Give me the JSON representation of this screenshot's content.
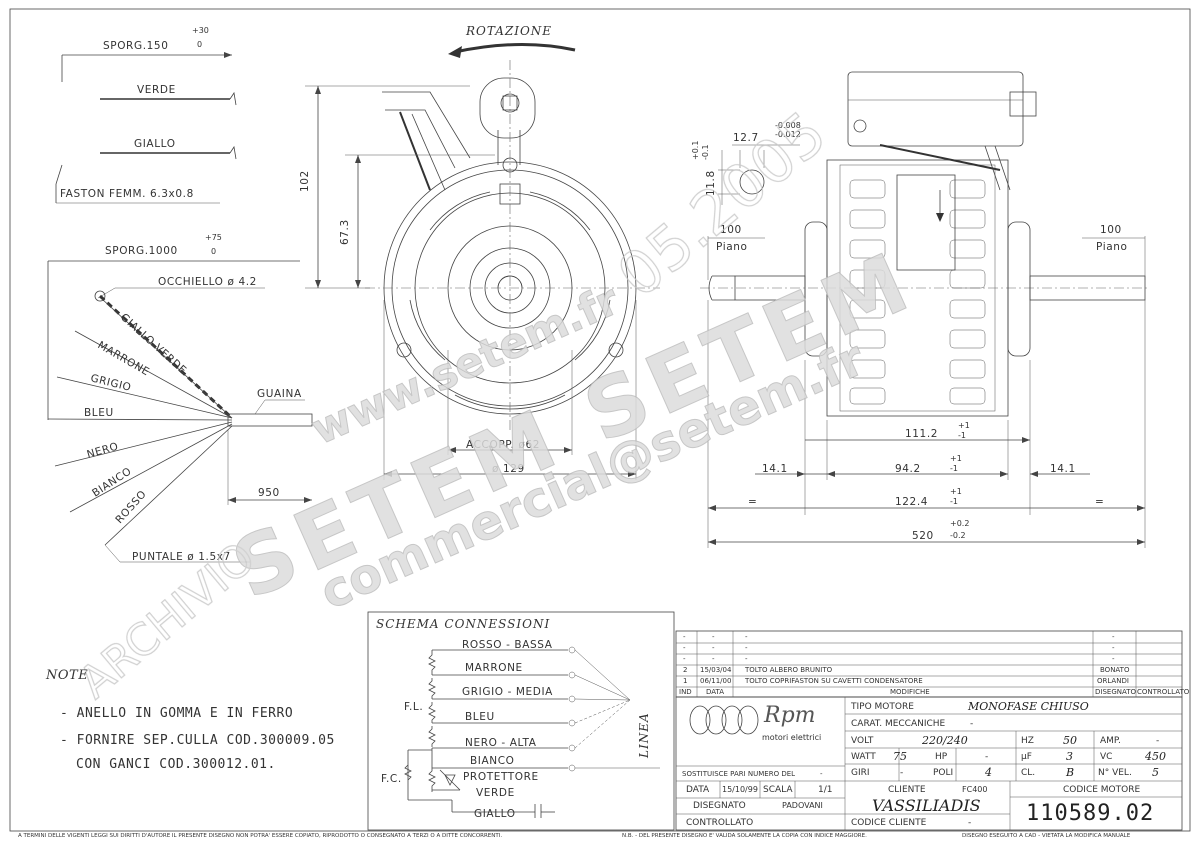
{
  "watermarks": {
    "url": "www.setem.fr",
    "company": "SETEM SETEM",
    "email": "commercial@setem.fr",
    "archive": "ARCHIVIO",
    "date_stamp": "05.2005"
  },
  "wire_length": {
    "sporg_150": "SPORG.150",
    "sporg_150_tol": "+30",
    "sporg_150_tol2": "0",
    "verde": "VERDE",
    "giallo": "GIALLO",
    "faston": "FASTON FEMM. 6.3x0.8",
    "sporg_1000": "SPORG.1000",
    "sporg_1000_tol": "+75",
    "sporg_1000_tol2": "0",
    "occhiello": "OCCHIELLO ø 4.2",
    "giallo_verde": "GIALLO-VERDE",
    "marrone": "MARRONE",
    "grigio": "GRIGIO",
    "bleu": "BLEU",
    "nero": "NERO",
    "bianco": "BIANCO",
    "rosso": "ROSSO",
    "guaina": "GUAINA",
    "dim_950": "950",
    "puntale": "PUNTALE ø 1.5x7"
  },
  "front_view": {
    "rotazione": "ROTAZIONE",
    "dim_102": "102",
    "dim_67": "67.3",
    "accopp": "ACCOPP. ø62",
    "dia_129": "ø 129"
  },
  "side_view": {
    "dim_12_7": "12.7",
    "dim_12_7_tol1": "-0.008",
    "dim_12_7_tol2": "-0.012",
    "dim_11_8": "11.8",
    "dim_11_8_tol1": "+0.1",
    "dim_11_8_tol2": "-0.1",
    "left_100": "100",
    "left_piano": "Piano",
    "right_100": "100",
    "right_piano": "Piano",
    "dim_111": "111.2",
    "dim_111_tol1": "+1",
    "dim_111_tol2": "-1",
    "dim_14_left": "14.1",
    "dim_94": "94.2",
    "dim_94_tol1": "+1",
    "dim_94_tol2": "-1",
    "dim_14_right": "14.1",
    "eq_left": "=",
    "dim_122": "122.4",
    "dim_122_tol1": "+1",
    "dim_122_tol2": "-1",
    "eq_right": "=",
    "dim_520": "520",
    "dim_520_tol1": "+0.2",
    "dim_520_tol2": "-0.2"
  },
  "notes": {
    "title": "NOTE",
    "line1": "- ANELLO IN GOMMA E IN FERRO",
    "line2": "- FORNIRE SEP.CULLA COD.300009.05",
    "line3": "CON GANCI COD.300012.01."
  },
  "schema": {
    "title": "SCHEMA CONNESSIONI",
    "rosso_bassa": "ROSSO - BASSA",
    "marrone": "MARRONE",
    "grigio_media": "GRIGIO - MEDIA",
    "bleu": "BLEU",
    "nero_alta": "NERO - ALTA",
    "bianco": "BIANCO",
    "protettore": "PROTETTORE",
    "verde": "VERDE",
    "giallo": "GIALLO",
    "fl": "F.L.",
    "fc": "F.C.",
    "linea": "LINEA"
  },
  "revisions": {
    "rows": [
      {
        "n": "-",
        "date": "-",
        "desc": "-",
        "des": "-",
        "ctrl": "-"
      },
      {
        "n": "-",
        "date": "-",
        "desc": "-",
        "des": "-",
        "ctrl": "-"
      },
      {
        "n": "-",
        "date": "-",
        "desc": "-",
        "des": "-",
        "ctrl": "-"
      },
      {
        "n": "2",
        "date": "15/03/04",
        "desc": "TOLTO ALBERO BRUNITO",
        "des": "BONATO",
        "ctrl": ""
      },
      {
        "n": "1",
        "date": "06/11/00",
        "desc": "TOLTO COPRIFASTON SU CAVETTI CONDENSATORE",
        "des": "ORLANDI",
        "ctrl": ""
      }
    ],
    "h_ind": "IND",
    "h_data": "DATA",
    "h_modifiche": "MODIFICHE",
    "h_disegnato": "DISEGNATO",
    "h_controllato": "CONTROLLATO"
  },
  "titleblock": {
    "logo": "Rpm",
    "logo_sub": "motori elettrici",
    "tipo_motore_label": "TIPO MOTORE",
    "tipo_motore": "MONOFASE CHIUSO",
    "carat_label": "CARAT. MECCANICHE",
    "carat": "-",
    "volt_label": "VOLT",
    "volt": "220/240",
    "hz_label": "HZ",
    "hz": "50",
    "amp_label": "AMP.",
    "amp": "-",
    "watt_label": "WATT",
    "watt": "75",
    "hp_label": "HP",
    "hp": "-",
    "uf_label": "µF",
    "uf": "3",
    "vc_label": "VC",
    "vc": "450",
    "giri_label": "GIRI",
    "giri": "-",
    "poli_label": "POLI",
    "poli": "4",
    "cl_label": "CL.",
    "cl": "B",
    "nvel_label": "N° VEL.",
    "nvel": "5",
    "sostituisce_label": "SOSTITUISCE PARI NUMERO DEL",
    "sostituisce": "-",
    "data_label": "DATA",
    "data": "15/10/99",
    "scala_label": "SCALA",
    "scala": "1/1",
    "disegnato_label": "DISEGNATO",
    "disegnato": "PADOVANI",
    "controllato_label": "CONTROLLATO",
    "cliente_label": "CLIENTE",
    "cliente_code": "FC400",
    "cliente": "VASSILIADIS",
    "codice_cliente_label": "CODICE CLIENTE",
    "codice_cliente": "-",
    "codice_motore_label": "CODICE MOTORE",
    "codice_motore": "110589.02"
  },
  "footer": {
    "left": "A TERMINI DELLE VIGENTI LEGGI SUI DIRITTI D'AUTORE IL PRESENTE DISEGNO NON POTRA' ESSERE COPIATO, RIPRODOTTO O CONSEGNATO A TERZI O A DITTE CONCORRENTI.",
    "mid": "N.B. - DEL PRESENTE DISEGNO E' VALIDA SOLAMENTE LA COPIA CON INDICE MAGGIORE.",
    "right": "DISEGNO ESEGUITO A CAD - VIETATA LA MODIFICA MANUALE"
  }
}
